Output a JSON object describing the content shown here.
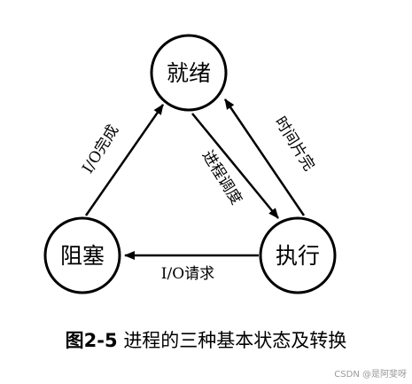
{
  "diagram": {
    "nodes": {
      "ready": "就绪",
      "running": "执行",
      "blocked": "阻塞"
    },
    "edges": {
      "blocked_to_ready": "I/O完成",
      "ready_to_running": "进程调度",
      "running_to_ready": "时间片完",
      "running_to_blocked": "I/O请求"
    }
  },
  "caption": {
    "figure_number": "图2-5",
    "title": "进程的三种基本状态及转换"
  },
  "watermark": "CSDN @是阿斐呀"
}
